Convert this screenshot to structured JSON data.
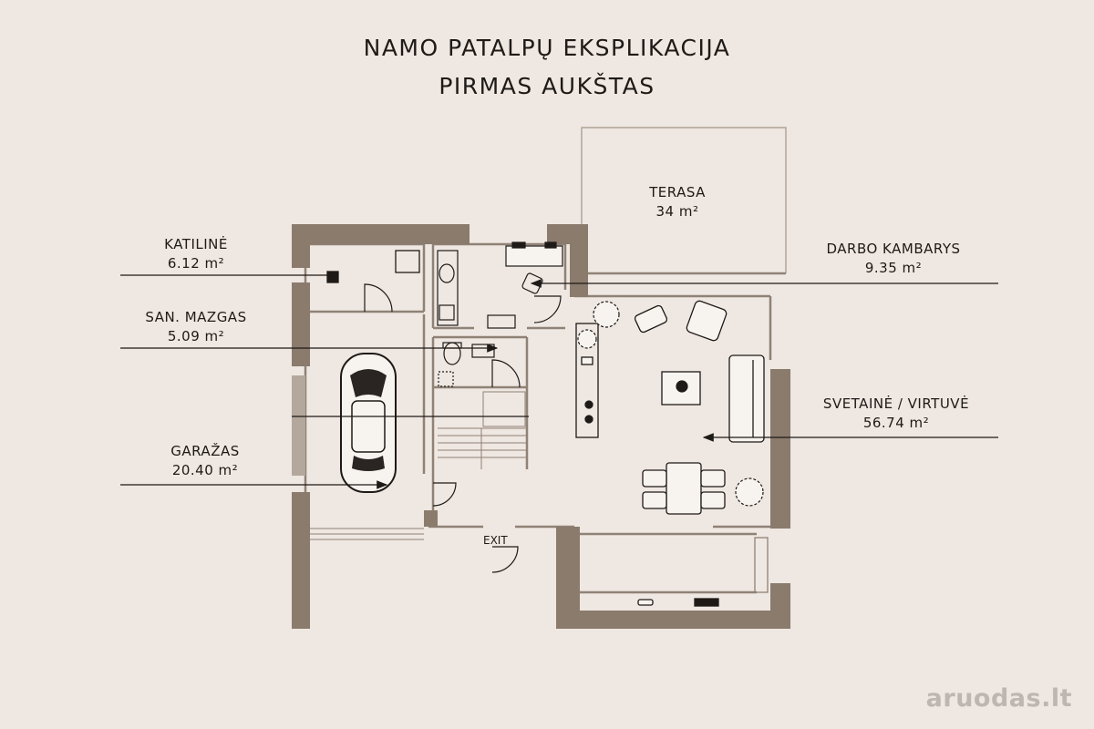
{
  "title": {
    "line1": "NAMO PATALPŲ EKSPLIKACIJA",
    "line2": "PIRMAS AUKŠTAS"
  },
  "rooms": [
    {
      "id": "terasa",
      "name": "TERASA",
      "area": "34 m²"
    },
    {
      "id": "katiline",
      "name": "KATILINĖ",
      "area": "6.12 m²"
    },
    {
      "id": "darbo",
      "name": "DARBO KAMBARYS",
      "area": "9.35 m²"
    },
    {
      "id": "san",
      "name": "SAN. MAZGAS",
      "area": "5.09 m²"
    },
    {
      "id": "svetaine",
      "name": "SVETAINĖ / VIRTUVĖ",
      "area": "56.74 m²"
    },
    {
      "id": "garazas",
      "name": "GARAŽAS",
      "area": "20.40 m²"
    }
  ],
  "exit_label": "EXIT",
  "watermark": "aruodas.lt",
  "colors": {
    "background": "#efe7e1",
    "wall": "#8a7b6d",
    "line": "#1e1a17"
  }
}
